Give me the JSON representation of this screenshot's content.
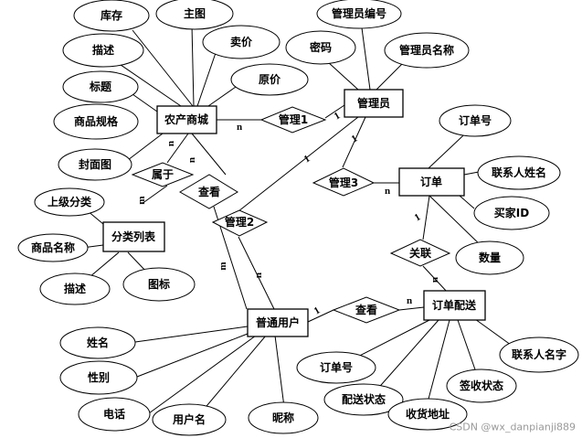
{
  "entities": {
    "product": "农产商城",
    "admin": "管理员",
    "order": "订单",
    "category": "分类列表",
    "user": "普通用户",
    "delivery": "订单配送"
  },
  "relationships": {
    "manage1": "管理1",
    "manage2": "管理2",
    "manage3": "管理3",
    "belongs": "属于",
    "view_product": "查看",
    "link": "关联",
    "view_delivery": "查看"
  },
  "attributes": {
    "product": [
      "库存",
      "主图",
      "卖价",
      "描述",
      "原价",
      "标题",
      "商品规格",
      "封面图"
    ],
    "admin": [
      "管理员编号",
      "密码",
      "管理员名称"
    ],
    "order": [
      "订单号",
      "联系人姓名",
      "买家ID",
      "数量"
    ],
    "category": [
      "上级分类",
      "商品名称",
      "描述",
      "图标"
    ],
    "user": [
      "姓名",
      "性别",
      "电话",
      "用户名",
      "昵称"
    ],
    "delivery": [
      "订单号",
      "联系人名字",
      "签收状态",
      "配送状态",
      "收货地址"
    ]
  },
  "cardinalities": {
    "manage1_product": "n",
    "manage1_admin": "1",
    "manage2_admin": "1",
    "manage2_user": "n",
    "manage3_order": "n",
    "belongs_product": "n",
    "belongs_category": "m",
    "view_product_product": "n",
    "view_product_user": "m",
    "link_order": "1",
    "link_delivery": "n",
    "view_delivery_user": "1",
    "view_delivery_delivery": "n"
  },
  "watermark": "CSDN @wx_danpianji889"
}
